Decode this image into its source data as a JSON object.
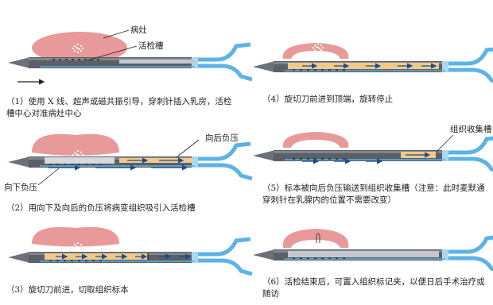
{
  "colors": {
    "lesion": "#e89a9a",
    "lesion_dots": "#ffffff",
    "needle_outer": "#5b5f66",
    "needle_highlight": "#9aa0a8",
    "needle_tip": "#6b7079",
    "groove_dot": "#3a3d42",
    "suction": "#f2c98a",
    "tube_blue": "#5cb3e6",
    "tube_blue_light": "#a9d8f3",
    "chamber_gray": "#c4c8cd",
    "arrow_dark": "#1b4f8a",
    "cutter_line": "#2a2d31"
  },
  "panels": [
    {
      "step": "1",
      "caption_lines": [
        "（1）使用 X 线、超声或磁共振引导，穿刺针插入乳房，活检",
        "槽中心对准病灶中心"
      ],
      "labels": [
        {
          "text": "病灶"
        },
        {
          "text": "活检槽"
        }
      ]
    },
    {
      "step": "2",
      "caption_lines": [
        "（2）用向下及向后的负压将病变组织吸引入活检槽"
      ],
      "labels": [
        {
          "text": "向后负压"
        },
        {
          "text": "向下负压"
        }
      ]
    },
    {
      "step": "3",
      "caption_lines": [
        "（3）旋切刀前进，切取组织标本"
      ],
      "labels": []
    },
    {
      "step": "4",
      "caption_lines": [
        "（4）旋切刀前进到顶端，旋转停止"
      ],
      "labels": []
    },
    {
      "step": "5",
      "caption_lines": [
        "（5）标本被向后负压输送到组织收集槽（注意：此时麦默通",
        "穿刺针在乳腺内的位置不需要改变）"
      ],
      "labels": [
        {
          "text": "组织收集槽"
        }
      ]
    },
    {
      "step": "6",
      "caption_lines": [
        "（6）活检结束后，可置入组织标记夹，以便日后手术治疗或",
        "随访"
      ],
      "labels": []
    }
  ]
}
